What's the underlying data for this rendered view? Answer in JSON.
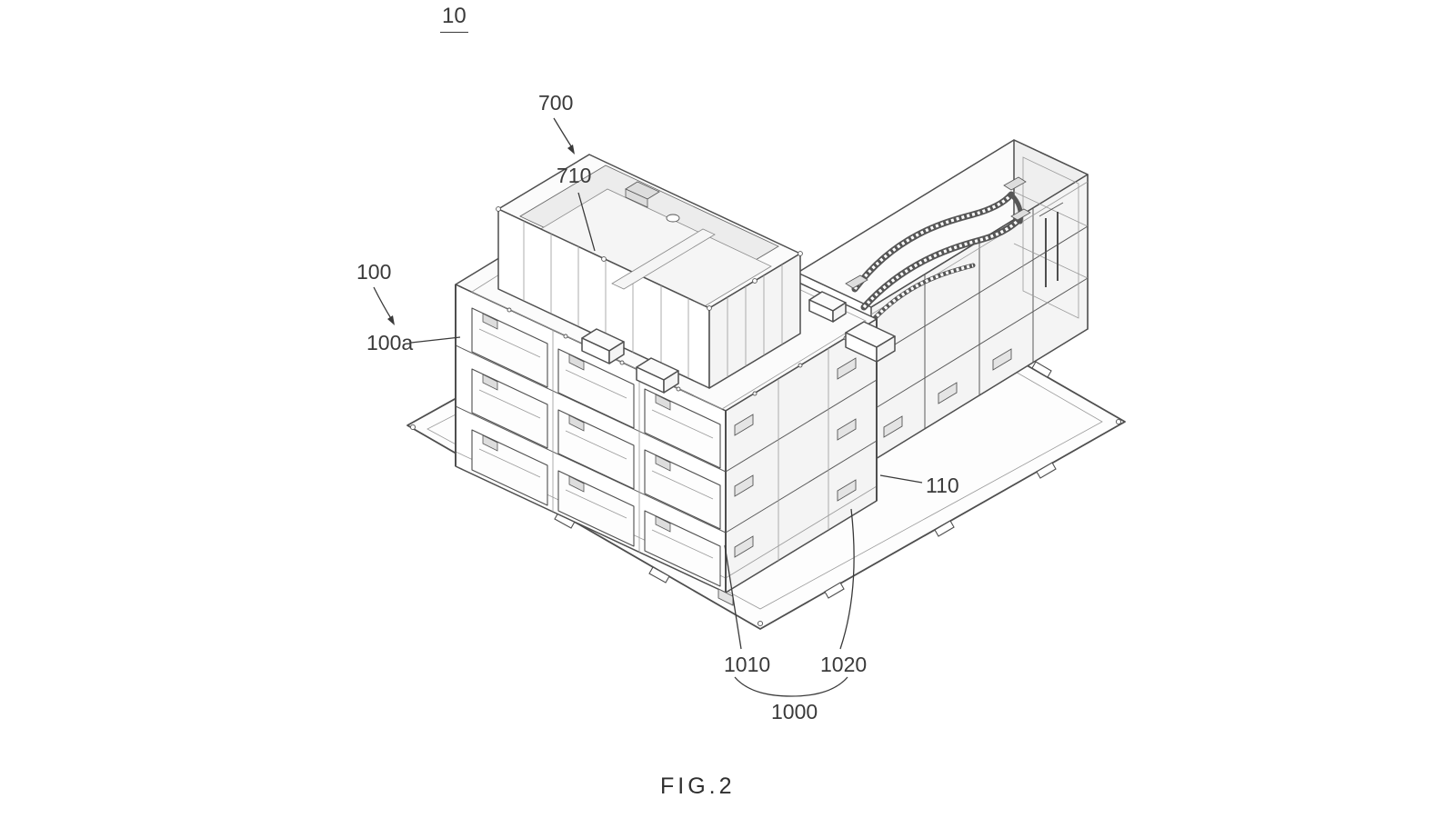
{
  "figure": {
    "sheet_number": "10",
    "caption": "FIG.2"
  },
  "reference_labels": {
    "r700": "700",
    "r710": "710",
    "r100": "100",
    "r100a": "100a",
    "r110": "110",
    "r1010": "1010",
    "r1020": "1020",
    "r1000": "1000"
  },
  "colors": {
    "background": "#ffffff",
    "line": "#4e4e4e",
    "label_text": "#3a3a3a"
  }
}
